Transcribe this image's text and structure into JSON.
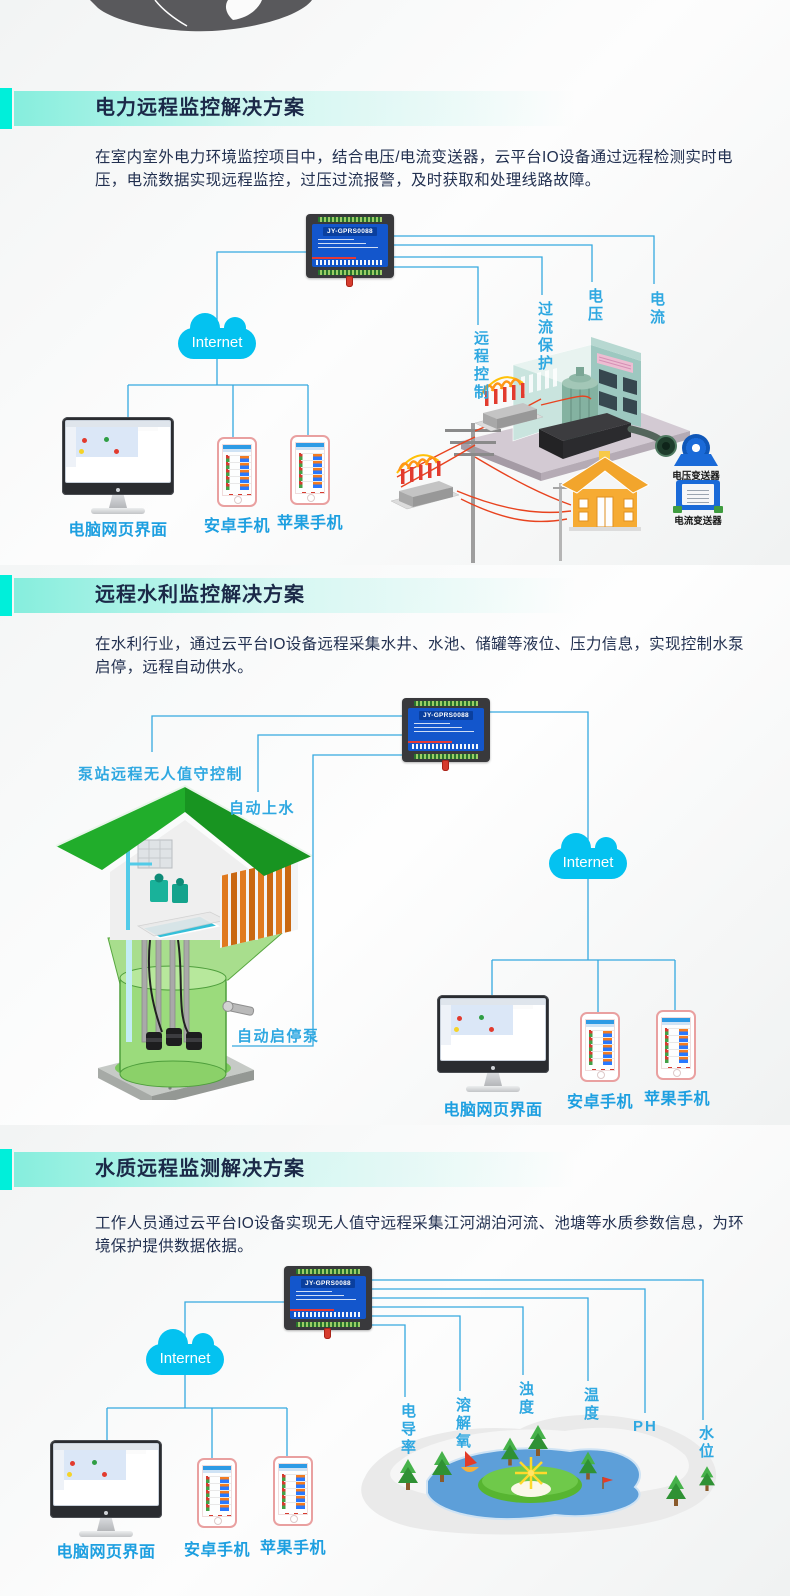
{
  "common": {
    "internet": "Internet",
    "device_model": "JY-GPRS0088",
    "pc": "电脑网页界面",
    "android": "安卓手机",
    "ios": "苹果手机"
  },
  "colors": {
    "accent_cyan": "#00efda",
    "connector_blue": "#35a9e0",
    "label_blue": "#1d9fe0",
    "title_navy": "#1b2948",
    "cloud_cyan": "#04c2f0"
  },
  "sections": [
    {
      "title": "电力远程监控解决方案",
      "paragraph": "在室内室外电力环境监控项目中，结合电压/电流变送器，云平台IO设备通过远程检测实时电压，电流数据实现远程监控，过压过流报警，及时获取和处理线路故障。",
      "annotations": [
        "远程控制",
        "过流保护",
        "电压",
        "电流"
      ],
      "transducers": [
        "电压变送器",
        "电流变送器"
      ]
    },
    {
      "title": "远程水利监控解决方案",
      "paragraph": "在水利行业，通过云平台IO设备远程采集水井、水池、储罐等液位、压力信息，实现控制水泵启停，远程自动供水。",
      "annotations": [
        "泵站远程无人值守控制",
        "自动上水",
        "自动启停泵"
      ]
    },
    {
      "title": "水质远程监测解决方案",
      "paragraph": "工作人员通过云平台IO设备实现无人值守远程采集江河湖泊河流、池塘等水质参数信息，为环境保护提供数据依据。",
      "annotations": [
        "电导率",
        "溶解氧",
        "浊度",
        "温度",
        "PH",
        "水位"
      ]
    }
  ]
}
